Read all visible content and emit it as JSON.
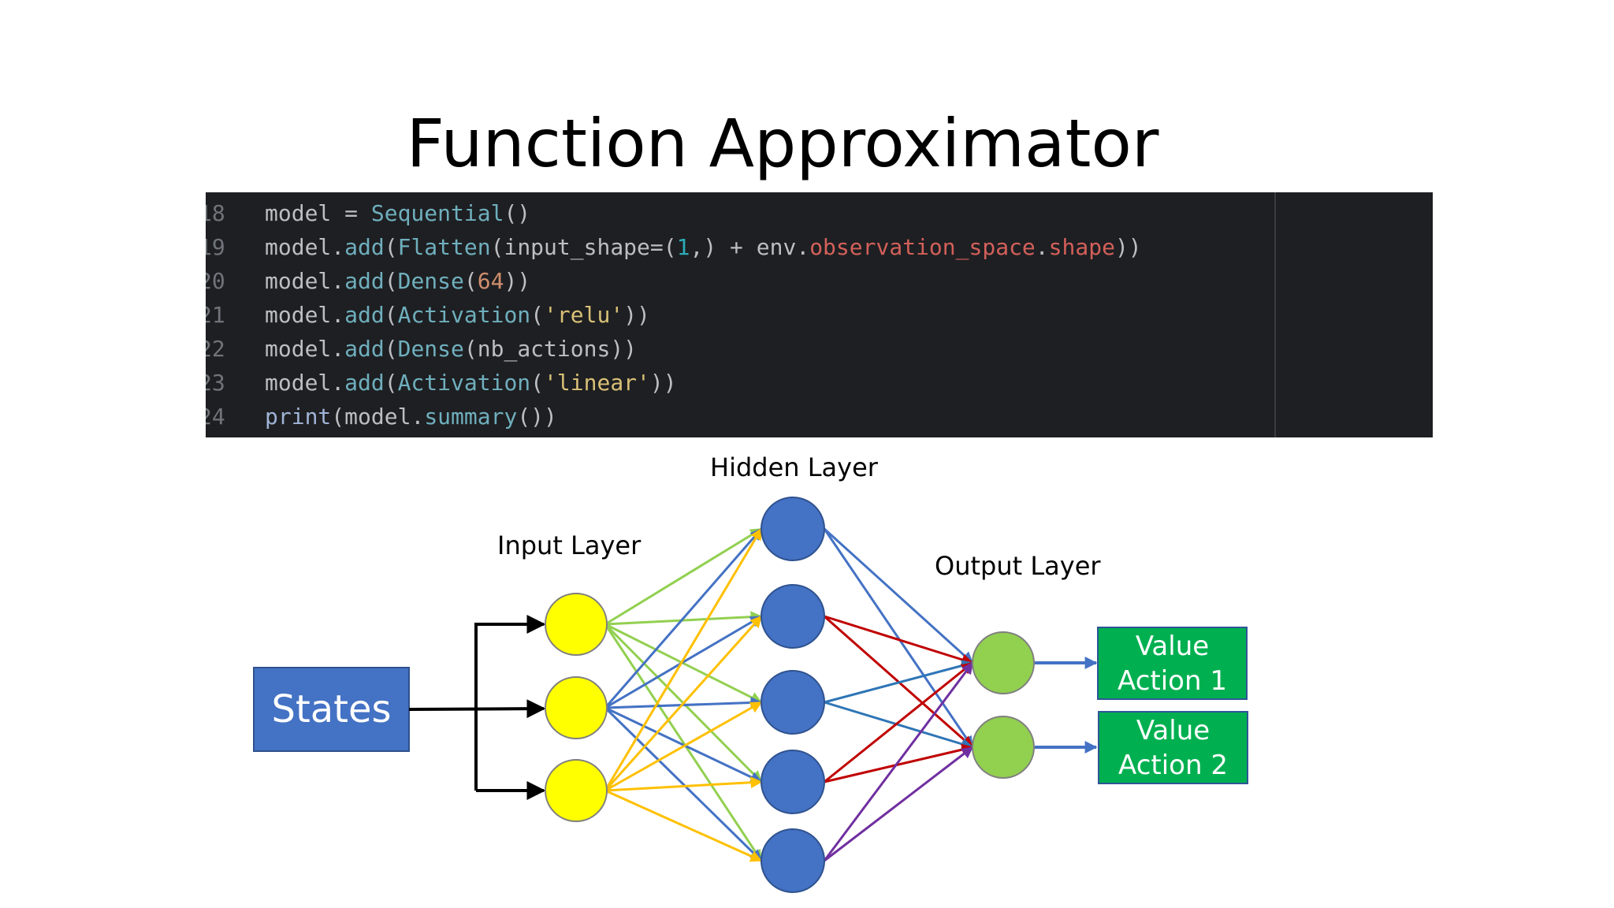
{
  "title": "Function Approximator",
  "code": {
    "lines": [
      {
        "no": "18",
        "text": "model = Sequential()"
      },
      {
        "no": "19",
        "text": "model.add(Flatten(input_shape=(1,) + env.observation_space.shape))"
      },
      {
        "no": "20",
        "text": "model.add(Dense(64))"
      },
      {
        "no": "21",
        "text": "model.add(Activation('relu'))"
      },
      {
        "no": "22",
        "text": "model.add(Dense(nb_actions))"
      },
      {
        "no": "23",
        "text": "model.add(Activation('linear'))"
      },
      {
        "no": "24",
        "text": "print(model.summary())"
      }
    ]
  },
  "diagram": {
    "input_label": "States",
    "layer_labels": {
      "input": "Input Layer",
      "hidden": "Hidden Layer",
      "output": "Output Layer"
    },
    "outputs": [
      {
        "line1": "Value",
        "line2": "Action 1"
      },
      {
        "line1": "Value",
        "line2": "Action 2"
      }
    ],
    "colors": {
      "states_box": "#4472c4",
      "input_node": "#ffff00",
      "hidden_node": "#4472c4",
      "output_node": "#92d050",
      "output_box": "#00b050",
      "edge_green": "#92d050",
      "edge_blue": "#4472c4",
      "edge_yellow": "#ffc000",
      "edge_red": "#c00000",
      "edge_teal": "#2e75b6",
      "edge_purple": "#7030a0"
    }
  }
}
